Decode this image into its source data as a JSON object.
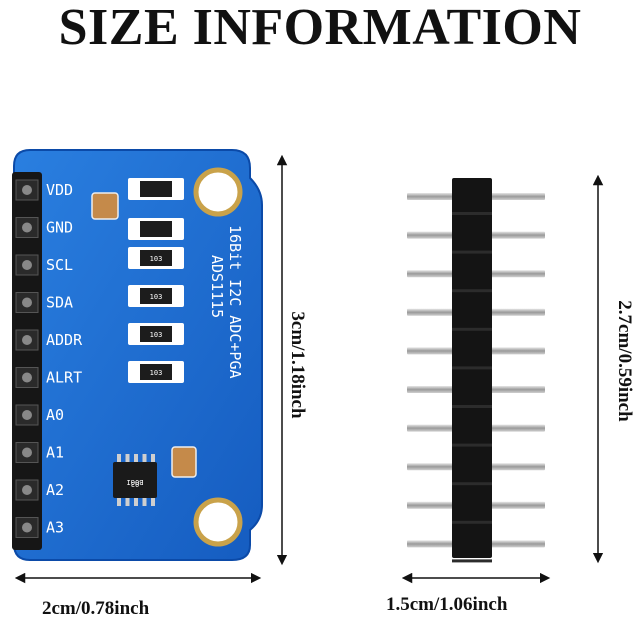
{
  "title": "SIZE INFORMATION",
  "dimensions": {
    "board_width": "2cm/0.78inch",
    "board_height": "3cm/1.18inch",
    "header_width": "1.5cm/1.06inch",
    "header_height": "2.7cm/0.59inch"
  },
  "board": {
    "pins": [
      "VDD",
      "GND",
      "SCL",
      "SDA",
      "ADDR",
      "ALRT",
      "A0",
      "A1",
      "A2",
      "A3"
    ],
    "text_line1": "16Bit I2C ADC+PGA",
    "text_line2": "ADS1115",
    "resistor_codes": [
      "103",
      "103",
      "103",
      "103"
    ],
    "chip_marking_line1": "BOGI",
    "chip_marking_line2": "03",
    "colors": {
      "pcb": "#1f6fd0",
      "pcb_edge": "#0b4aa8",
      "pin": "#222222",
      "header": "#1a1a1a",
      "metal": "#bfbfbf"
    }
  }
}
